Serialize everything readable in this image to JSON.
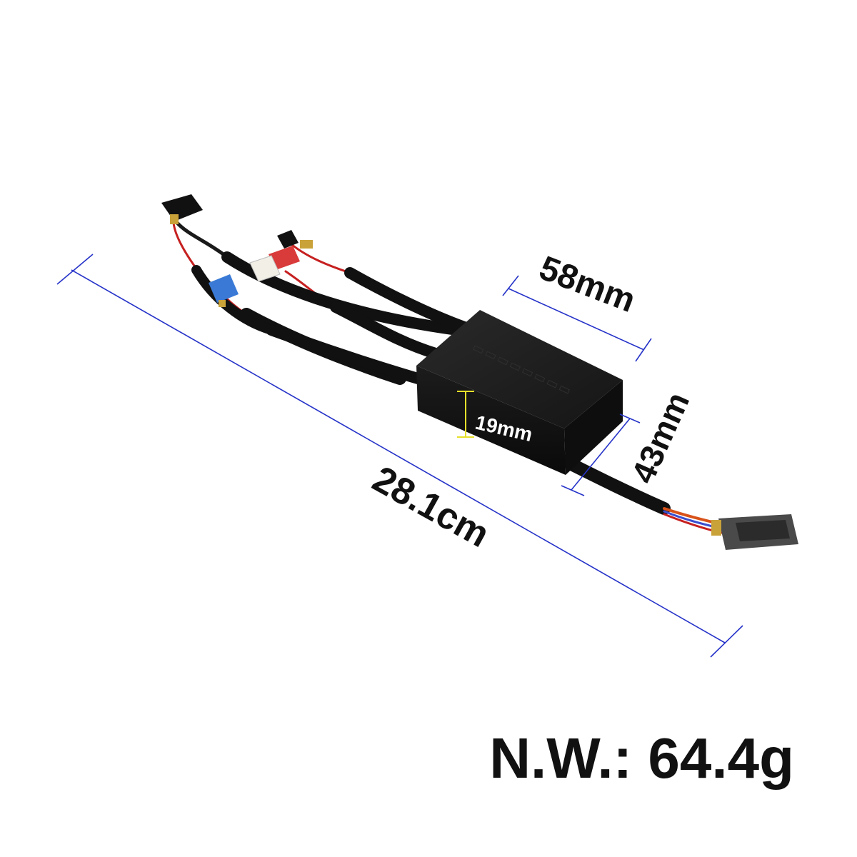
{
  "dimensions": {
    "length": "28.1cm",
    "width": "58mm",
    "depth": "43mm",
    "height": "19mm"
  },
  "net_weight": "N.W.: 64.4g",
  "colors": {
    "background": "#ffffff",
    "dimension_line": "#2633c8",
    "height_marker": "#e6e02a",
    "product_body": "#141414",
    "height_label_text": "#ffffff",
    "dimension_label_text": "#111111"
  },
  "icons": [
    "controller-box",
    "cable-harness",
    "connector-plug"
  ]
}
